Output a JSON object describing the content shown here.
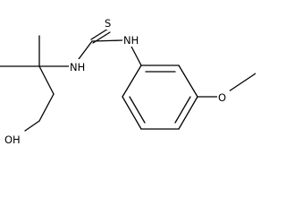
{
  "molecule": {
    "atoms": {
      "sulfur": "S",
      "thiourea_nh_right": "NH",
      "thiourea_nh_left": "NH",
      "methoxy_oxygen": "O",
      "hydroxyl": "OH"
    }
  }
}
